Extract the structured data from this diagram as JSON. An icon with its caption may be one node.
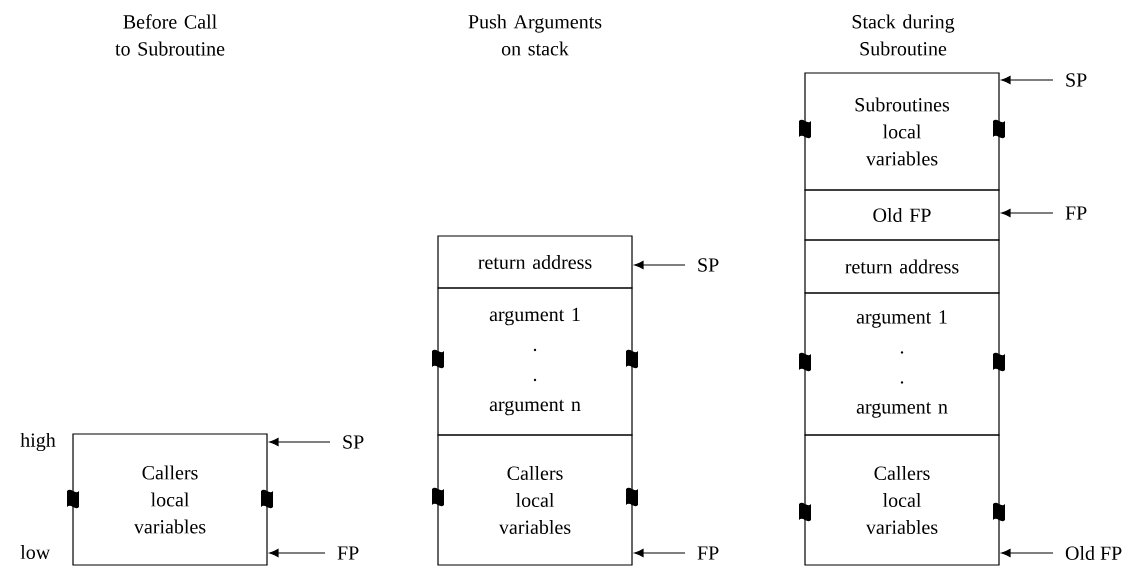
{
  "diagram": {
    "nodes": [
      {
        "text": [
          "Callers local variables"
        ]
      },
      {
        "text": [
          "SP"
        ]
      },
      {
        "text": [
          "FP"
        ]
      },
      {
        "text": [
          "return address"
        ]
      },
      {
        "text": [
          "SP"
        ]
      },
      {
        "text": [
          "argument 1",
          ".",
          ".",
          "argument n"
        ]
      },
      {
        "text": [
          "Callers local variables"
        ]
      },
      {
        "text": [
          "FP"
        ]
      },
      {
        "text": [
          "Subroutines local variables"
        ]
      },
      {
        "text": [
          "SP"
        ]
      },
      {
        "text": [
          "Old FP"
        ]
      },
      {
        "text": [
          "FP"
        ]
      },
      {
        "text": [
          "return address"
        ]
      },
      {
        "text": [
          "argument 1",
          ".",
          ".",
          "argument n"
        ]
      },
      {
        "text": [
          "Callers local variables"
        ]
      },
      {
        "text": [
          "Old FP"
        ]
      }
    ],
    "edges": [
      {
        "from": 1,
        "to": 0,
        "arrow": "to"
      },
      {
        "from": 2,
        "to": 0,
        "arrow": "to"
      },
      {
        "from": 4,
        "to": 3,
        "arrow": "to"
      },
      {
        "from": 7,
        "to": 6,
        "arrow": "to"
      },
      {
        "from": 9,
        "to": 8,
        "arrow": "to"
      },
      {
        "from": 11,
        "to": 10,
        "arrow": "to"
      },
      {
        "from": 15,
        "to": 14,
        "arrow": "to"
      }
    ],
    "labels": [
      "Before Call to Subroutine",
      "Push Arguments on stack",
      "Stack during Subroutine",
      "high",
      "low"
    ]
  }
}
